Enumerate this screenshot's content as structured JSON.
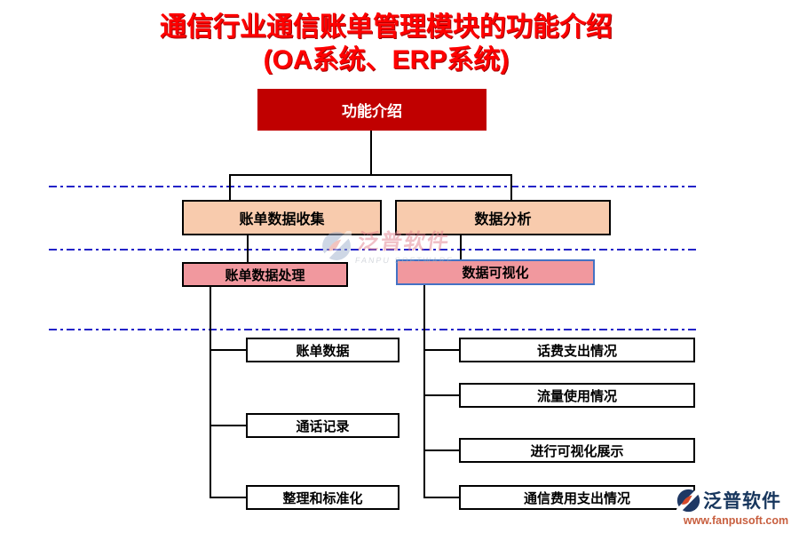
{
  "title": {
    "line1": "通信行业通信账单管理模块的功能介绍",
    "line2": "(OA系统、ERP系统)"
  },
  "root": {
    "label": "功能介绍"
  },
  "level2": [
    {
      "label": "账单数据收集"
    },
    {
      "label": "数据分析"
    }
  ],
  "level3": [
    {
      "label": "账单数据处理"
    },
    {
      "label": "数据可视化"
    }
  ],
  "left_leaves": [
    {
      "label": "账单数据"
    },
    {
      "label": "通话记录"
    },
    {
      "label": "整理和标准化"
    }
  ],
  "right_leaves": [
    {
      "label": "话费支出情况"
    },
    {
      "label": "流量使用情况"
    },
    {
      "label": "进行可视化展示"
    },
    {
      "label": "通信费用支出情况"
    }
  ],
  "watermark": {
    "name": "泛普软件",
    "subtitle": "FANPU SOFTWARE"
  },
  "footer_logo": {
    "name": "泛普软件",
    "url": "www.fanpusoft.com"
  },
  "colors": {
    "title_red": "#ff0000",
    "root_fill": "#c00000",
    "level2_fill": "#f8cbad",
    "level3_fill": "#f1989e",
    "level3_right_border": "#4472c4",
    "separator_blue": "#2323c8",
    "connector_black": "#000000",
    "logo_navy": "#17365d",
    "logo_orange": "#c85f3f"
  }
}
